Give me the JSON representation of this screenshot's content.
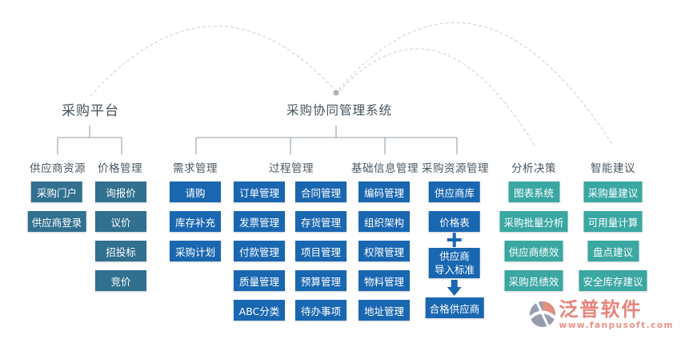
{
  "palette": {
    "steel_box": "#31708f",
    "blue_box": "#1a67b1",
    "teal_box": "#3aa7a2",
    "tree_line": "#93a0a8",
    "arc_dash": "#d3d6d8",
    "title_text": "#44525c",
    "header_text": "#4b5761",
    "logo_coral": "#e8837c",
    "logo_gray": "#959dae"
  },
  "titles": {
    "platform": "采购平台",
    "system": "采购协同管理系统"
  },
  "groups": {
    "supplier_resources": {
      "header": "供应商资源",
      "items": [
        "采购门户",
        "供应商登录"
      ]
    },
    "price_mgmt": {
      "header": "价格管理",
      "items": [
        "询报价",
        "议价",
        "招投标",
        "竞价"
      ]
    },
    "demand_mgmt": {
      "header": "需求管理",
      "items": [
        "请购",
        "库存补充",
        "采购计划"
      ]
    },
    "process_mgmt": {
      "header": "过程管理",
      "col_a": [
        "订单管理",
        "发票管理",
        "付款管理",
        "质量管理",
        "ABC分类"
      ],
      "col_b": [
        "合同管理",
        "存货管理",
        "项目管理",
        "预算管理",
        "待办事项"
      ]
    },
    "base_info_mgmt": {
      "header": "基础信息管理",
      "items": [
        "编码管理",
        "组织架构",
        "权限管理",
        "物料管理",
        "地址管理"
      ]
    },
    "resource_mgmt": {
      "header": "采购资源管理",
      "supplier_db": "供应商库",
      "price_list": "价格表",
      "plus": "+",
      "import_std_line1": "供应商",
      "import_std_line2": "导入标准",
      "qualified_supplier": "合格供应商"
    },
    "analysis": {
      "header": "分析决策",
      "items": [
        "图表系统",
        "采购批量分析",
        "供应商绩效",
        "采购员绩效"
      ]
    },
    "smart": {
      "header": "智能建议",
      "items": [
        "采购量建议",
        "可用量计算",
        "盘点建议",
        "安全库存建议"
      ]
    }
  },
  "watermark": {
    "brand": "泛普软件",
    "url": "www.fanpusoft.com"
  }
}
